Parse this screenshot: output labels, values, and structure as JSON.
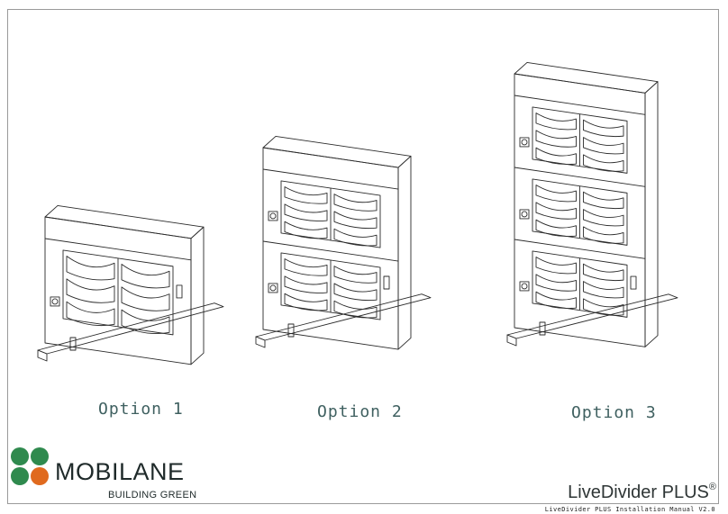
{
  "options": [
    {
      "caption": "Option 1",
      "tiers": 1
    },
    {
      "caption": "Option 2",
      "tiers": 2
    },
    {
      "caption": "Option 3",
      "tiers": 3
    }
  ],
  "logo": {
    "name": "MOBILANE",
    "tagline": "BUILDING GREEN",
    "colors": {
      "green": "#2f8a4e",
      "orange": "#e06a1e"
    }
  },
  "footer": {
    "product_name": "LiveDivider PLUS",
    "registered_mark": "®",
    "manual_title": "LiveDivider PLUS Installation Manual V2.0"
  }
}
